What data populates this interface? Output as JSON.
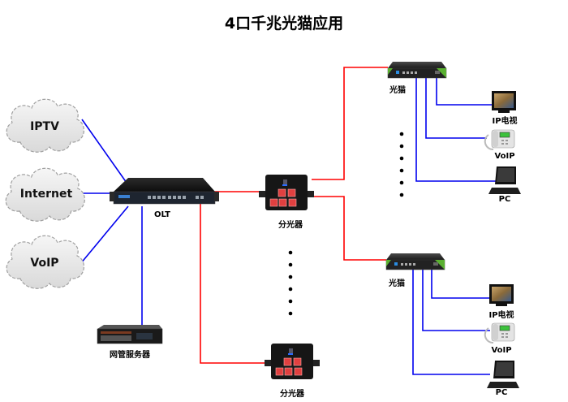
{
  "title": "4口千兆光猫应用",
  "colors": {
    "trunk_line": "#ff0000",
    "access_line": "#0000ee",
    "cloud_fill": "#e8e8e8",
    "cloud_stroke": "#a0a0a0",
    "device_body": "#1a1a1a",
    "onu_accent": "#5ab031"
  },
  "clouds": [
    {
      "id": "iptv",
      "label": "IPTV"
    },
    {
      "id": "internet",
      "label": "Internet"
    },
    {
      "id": "voip",
      "label": "VoIP"
    }
  ],
  "olt": {
    "label": "OLT"
  },
  "server": {
    "label": "网管服务器"
  },
  "splitters": [
    {
      "label": "分光器"
    },
    {
      "label": "分光器"
    }
  ],
  "onus": [
    {
      "label": "光猫",
      "devices": [
        {
          "type": "iptv",
          "label": "IP电视"
        },
        {
          "type": "phone",
          "label": "VoIP"
        },
        {
          "type": "pc",
          "label": "PC"
        }
      ]
    },
    {
      "label": "光猫",
      "devices": [
        {
          "type": "iptv",
          "label": "IP电视"
        },
        {
          "type": "phone",
          "label": "VoIP"
        },
        {
          "type": "pc",
          "label": "PC"
        }
      ]
    }
  ],
  "ellipsis": {
    "dots_upper_right": 6,
    "dots_middle": 6
  }
}
